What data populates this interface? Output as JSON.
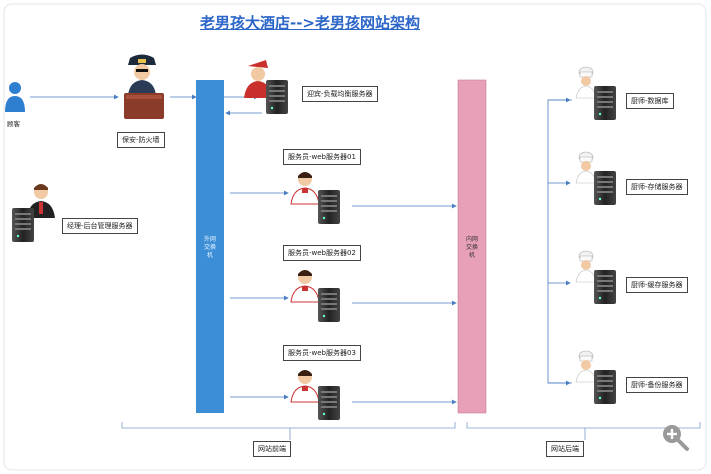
{
  "title": "老男孩大酒店-->老男孩网站架构",
  "nodes": {
    "customer": "顾客",
    "security": "保安-防火墙",
    "manager": "经理-后台管理服务器",
    "receptionist": "迎宾-负载均衡服务器",
    "waiter1": "服务员-web服务器01",
    "waiter2": "服务员-web服务器02",
    "waiter3": "服务员-web服务器03",
    "chef_db": "厨师-数据库",
    "chef_storage": "厨师-存储服务器",
    "chef_cache": "厨师-缓存服务器",
    "chef_backup": "厨师-备份服务器"
  },
  "switches": {
    "external": "外网\n交换\n机",
    "internal": "内网\n交换\n机"
  },
  "sections": {
    "frontend": "网站前端",
    "backend": "网站后端"
  },
  "colors": {
    "title": "#2b66c8",
    "external_switch": "#3c8fd6",
    "internal_switch": "#e8a0b8",
    "line": "#4a7cc2"
  },
  "icons": {
    "customer": "person-icon",
    "security": "police-guard-icon",
    "server": "server-tower-icon",
    "chef": "chef-icon",
    "zoom": "zoom-in-icon"
  }
}
